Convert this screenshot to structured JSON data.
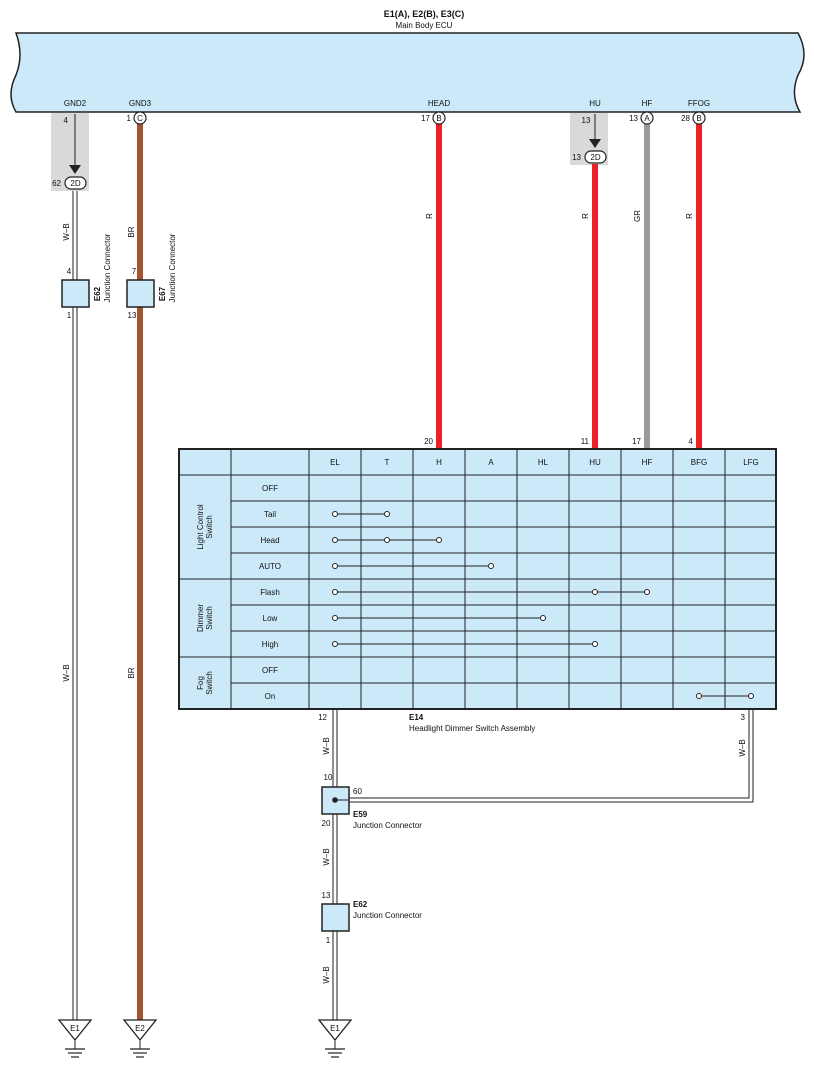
{
  "ecu": {
    "connectors": "E1(A), E2(B), E3(C)",
    "name": "Main Body ECU",
    "terminals": [
      {
        "name": "GND2",
        "pin": "4",
        "conn": ""
      },
      {
        "name": "GND3",
        "pin": "1",
        "conn": "C"
      },
      {
        "name": "HEAD",
        "pin": "17",
        "conn": "B"
      },
      {
        "name": "HU",
        "pin": "13",
        "conn": ""
      },
      {
        "name": "HF",
        "pin": "13",
        "conn": "A"
      },
      {
        "name": "FFOG",
        "pin": "28",
        "conn": "B"
      }
    ]
  },
  "junctions": {
    "gnd2": {
      "pin_out": "62",
      "conn": "2D"
    },
    "hu": {
      "pin_out": "13",
      "conn": "2D"
    }
  },
  "wires": {
    "gnd2": "W–B",
    "gnd2_lower": "W–B",
    "gnd3": "BR",
    "gnd3_lower": "BR",
    "head": "R",
    "hu": "R",
    "hf": "GR",
    "ffog": "R",
    "el_upper": "W–B",
    "el_mid": "W–B",
    "el_lower": "W–B",
    "lfg": "W–B"
  },
  "connectors": {
    "e62_top": {
      "id": "E62",
      "name": "Junction Connector",
      "pin_top": "4",
      "pin_bottom": "1"
    },
    "e67": {
      "id": "E67",
      "name": "Junction Connector",
      "pin_top": "7",
      "pin_bottom": "13"
    },
    "e59": {
      "id": "E59",
      "name": "Junction Connector",
      "pin_top": "10",
      "pin_bottom": "20",
      "pin_side": "60"
    },
    "e62_bottom": {
      "id": "E62",
      "name": "Junction Connector",
      "pin_top": "13",
      "pin_bottom": "1"
    }
  },
  "switch": {
    "id": "E14",
    "name": "Headlight Dimmer Switch Assembly",
    "columns": [
      "EL",
      "T",
      "H",
      "A",
      "HL",
      "HU",
      "HF",
      "BFG",
      "LFG"
    ],
    "top_pins": {
      "H": "20",
      "HU": "11",
      "HF": "17",
      "BFG": "4"
    },
    "el_pin": "12",
    "lfg_pin": "3",
    "groups": [
      {
        "label_1": "Light Control",
        "label_2": "Switch",
        "rows": [
          "OFF",
          "Tail",
          "Head",
          "AUTO"
        ]
      },
      {
        "label_1": "Dimmer",
        "label_2": "Switch",
        "rows": [
          "Flash",
          "Low",
          "High"
        ]
      },
      {
        "label_1": "Fog",
        "label_2": "Switch",
        "rows": [
          "OFF",
          "On"
        ]
      }
    ],
    "continuity": [
      {
        "row": 1,
        "cols": [
          0,
          1
        ]
      },
      {
        "row": 2,
        "cols": [
          0,
          1,
          2
        ]
      },
      {
        "row": 3,
        "cols": [
          0,
          3
        ]
      },
      {
        "row": 4,
        "cols": [
          0,
          5,
          6
        ]
      },
      {
        "row": 5,
        "cols": [
          0,
          4
        ]
      },
      {
        "row": 6,
        "cols": [
          0,
          5
        ]
      },
      {
        "row": 8,
        "cols": [
          7,
          8
        ]
      }
    ]
  },
  "grounds": [
    "E1",
    "E2",
    "E1"
  ],
  "colors": {
    "ecu_fill": "#cce9f9",
    "table_fill": "#cce9f9",
    "connector_fill": "#cce9f9",
    "red_wire": "#ea2227",
    "brown_wire": "#a6532f",
    "gray_wire": "#9b9b9e",
    "shade": "#d9d9d9"
  }
}
